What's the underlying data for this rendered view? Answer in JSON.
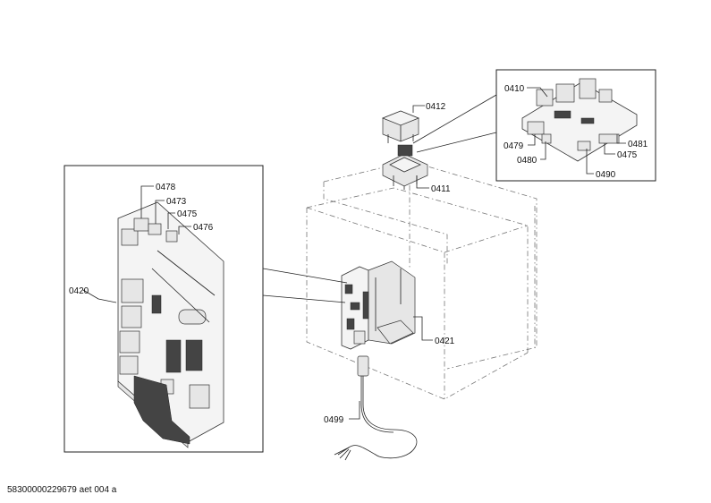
{
  "labels": {
    "p0410": "0410",
    "p0411": "0411",
    "p0412": "0412",
    "p0420": "0420",
    "p0421": "0421",
    "p0473": "0473",
    "p0475_left": "0475",
    "p0475_right": "0475",
    "p0476": "0476",
    "p0478": "0478",
    "p0479": "0479",
    "p0480": "0480",
    "p0481": "0481",
    "p0490": "0490",
    "p0499": "0499"
  },
  "footer": "58300000229679 aet 004 a"
}
